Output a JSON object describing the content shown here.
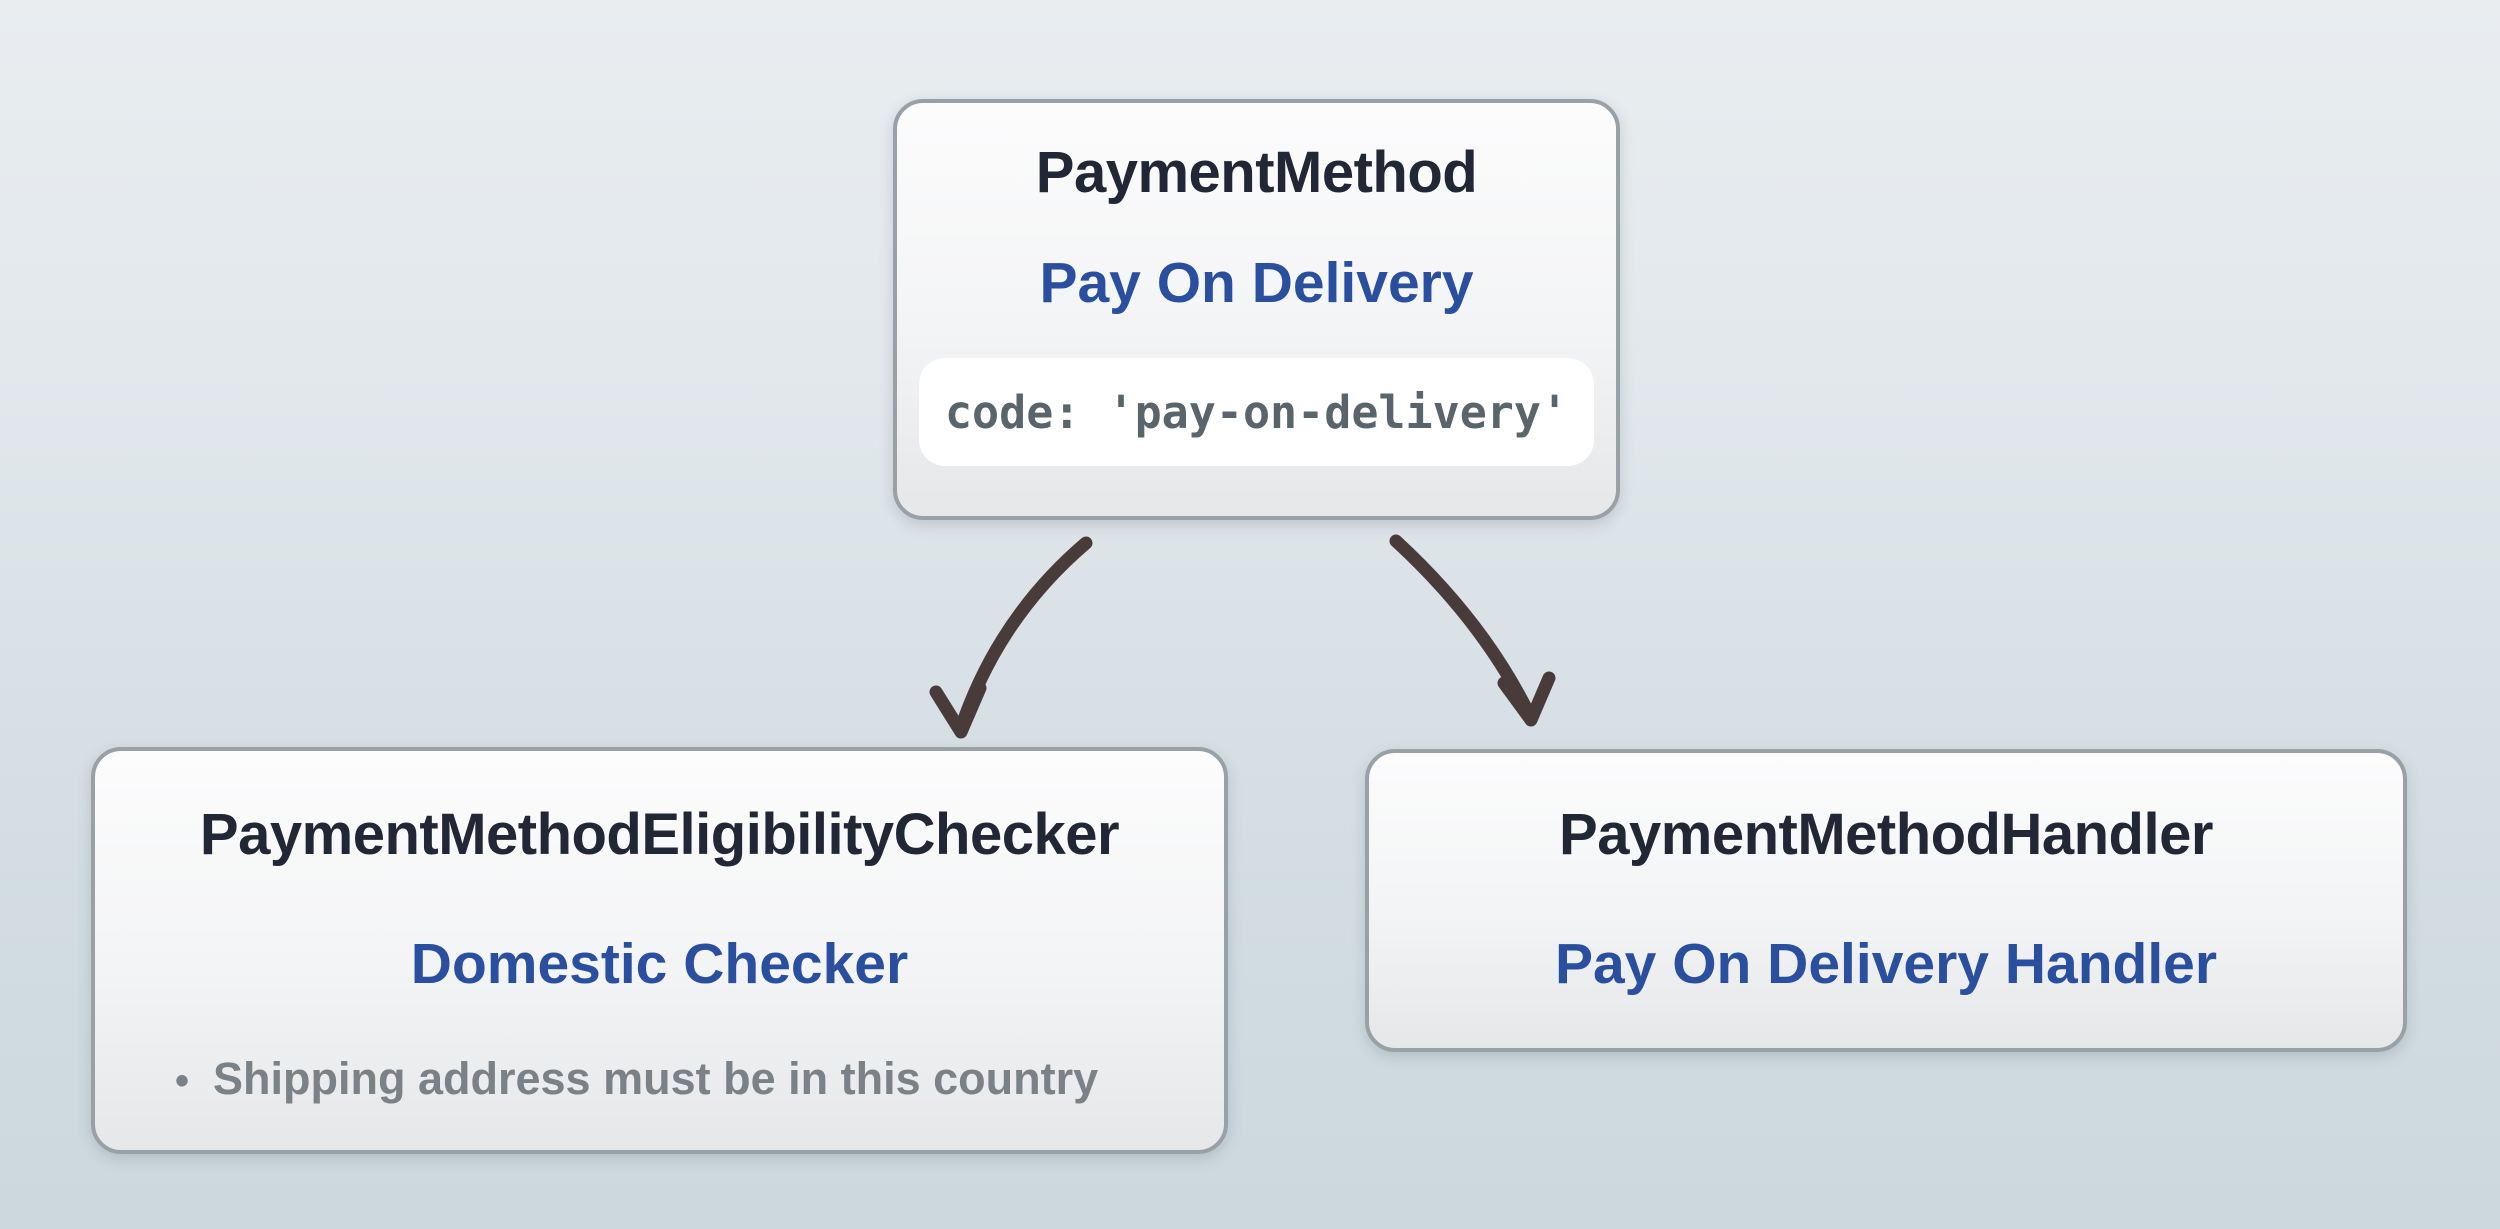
{
  "diagram": {
    "nodes": {
      "payment_method": {
        "title": "PaymentMethod",
        "subtitle": "Pay On Delivery",
        "code": "code: 'pay-on-delivery'"
      },
      "eligibility_checker": {
        "title": "PaymentMethodEligibilityChecker",
        "subtitle": "Domestic Checker",
        "bullet_char": "•",
        "bullet": "Shipping address must be in this country"
      },
      "handler": {
        "title": "PaymentMethodHandler",
        "subtitle": "Pay On Delivery Handler"
      }
    },
    "edges": [
      {
        "from": "payment_method",
        "to": "eligibility_checker"
      },
      {
        "from": "payment_method",
        "to": "handler"
      }
    ],
    "colors": {
      "background_top": "#e9edf0",
      "background_bottom": "#ccd8de",
      "node_background": "#f5f6f7",
      "node_border": "#98a1a8",
      "title_text": "#222735",
      "accent_blue": "#2a4f9e",
      "muted_gray": "#7a8187",
      "code_text": "#5a646b",
      "code_pill_background": "#ffffff",
      "arrow": "#4a3b3b"
    }
  }
}
